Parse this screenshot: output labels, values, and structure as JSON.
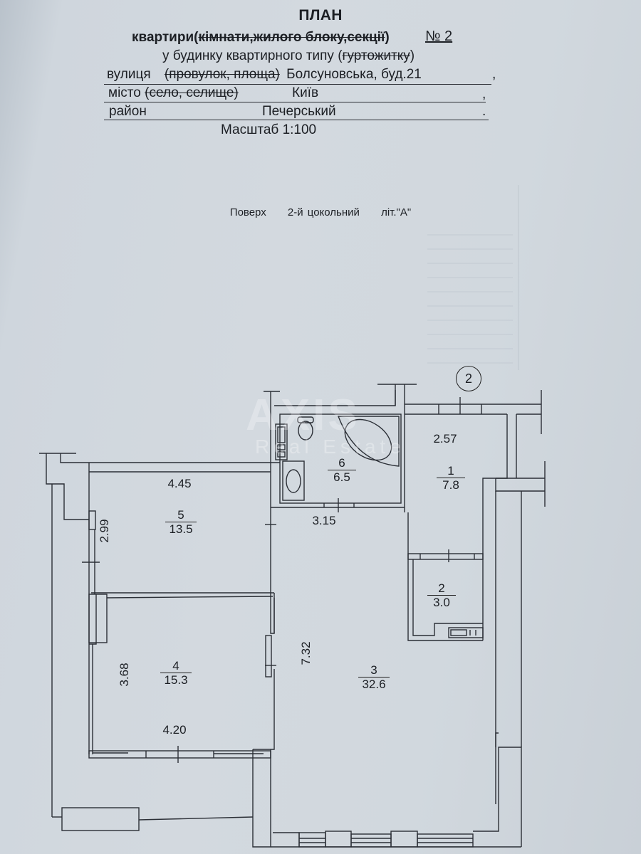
{
  "document": {
    "title": "ПЛАН",
    "line1": {
      "prefix": "квартири(",
      "struck": "кімнати,жилого блоку,секції",
      "suffix": ")",
      "number": "№ 2"
    },
    "line2": {
      "prefix": "у будинку квартирного  типу  (",
      "struck": "гуртожитку",
      "suffix": ")"
    },
    "line3": {
      "label": "вулиця",
      "struck": "(провулок, площа)",
      "value": "Болсуновська, буд.21",
      "end": ","
    },
    "line4": {
      "label": "місто",
      "struck": "(село, селище)",
      "value": "Київ",
      "end": ","
    },
    "line5": {
      "label": "район",
      "value": "Печерський",
      "end": "."
    },
    "scale": "Масштаб  1:100",
    "floor": {
      "label": "Поверх",
      "value": "2-й  цокольний",
      "letter": "літ.\"А\""
    }
  },
  "plan": {
    "apartment_marker": "2",
    "watermark": {
      "brand": "AXIS",
      "sub": "Real Estate"
    },
    "rooms": [
      {
        "id": "1",
        "area": "7.8",
        "dimension": "2.57"
      },
      {
        "id": "2",
        "area": "3.0"
      },
      {
        "id": "3",
        "area": "32.6",
        "dimension": "7.32"
      },
      {
        "id": "4",
        "area": "15.3",
        "dimension_v": "3.68",
        "dimension_h": "4.20"
      },
      {
        "id": "5",
        "area": "13.5",
        "dimension_v": "2.99",
        "dimension_h": "4.45"
      },
      {
        "id": "6",
        "area": "6.5",
        "dimension": "3.15"
      }
    ]
  },
  "colors": {
    "paper": "#d1d8de",
    "ink": "#1c1f24"
  }
}
